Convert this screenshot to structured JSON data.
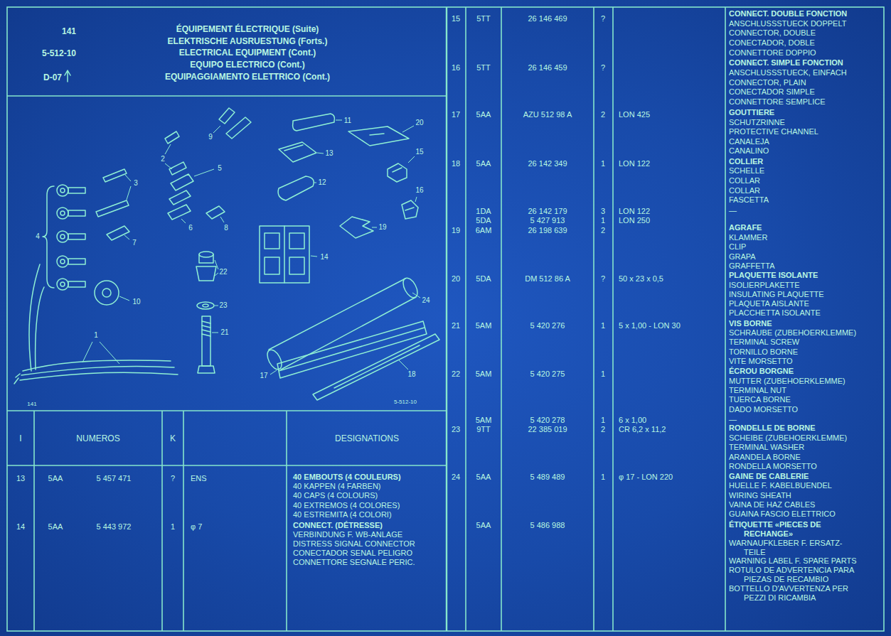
{
  "diagram": {
    "title": "ÉQUIPEMENT ÉLECTRIQUE (Suite)",
    "labels": [
      "141",
      "5-512-10",
      "D-07",
      "ELEKTRISCHE AUSRUESTUNG (Forts.)",
      "ELECTRICAL EQUIPMENT (Cont.)",
      "EQUIPO ELECTRICO (Cont.)",
      "EQUIPAGGIAMENTO ELETTRICO (Cont.)",
      "1",
      "2",
      "3",
      "4",
      "5",
      "6",
      "7",
      "8",
      "9",
      "10",
      "11",
      "12",
      "13",
      "14",
      "15",
      "16",
      "17",
      "18",
      "19",
      "20",
      "21",
      "22",
      "23",
      "24",
      "141",
      "5-512-10",
      "I",
      "NUMEROS",
      "K",
      "DESIGNATIONS",
      "13",
      "5AA",
      "5 457 471",
      "?",
      "ENS",
      "40 EMBOUTS (4 COULEURS)",
      "40 KAPPEN (4 FARBEN)",
      "40 CAPS (4 COLOURS)",
      "40 EXTREMOS (4 COLORES)",
      "40 ESTREMITA (4 COLORI)",
      "14",
      "5AA",
      "5 443 972",
      "1",
      "φ 7",
      "CONNECT. (DÉTRESSE)",
      "VERBINDUNG F. WB-ANLAGE",
      "DISTRESS SIGNAL CONNECTOR",
      "CONECTADOR SENAL PELIGRO",
      "CONNETTORE SEGNALE PERIC.",
      "15",
      "5TT",
      "26 146 469",
      "?",
      "CONNECT. DOUBLE FONCTION",
      "ANSCHLUSSSTUECK DOPPELT",
      "CONNECTOR, DOUBLE",
      "CONECTADOR, DOBLE",
      "CONNETTORE DOPPIO",
      "16",
      "5TT",
      "26 146 459",
      "?",
      "CONNECT. SIMPLE FONCTION",
      "ANSCHLUSSSTUECK, EINFACH",
      "CONNECTOR, PLAIN",
      "CONECTADOR SIMPLE",
      "CONNETTORE SEMPLICE",
      "17",
      "5AA",
      "AZU 512 98 A",
      "2",
      "LON 425",
      "GOUTTIERE",
      "SCHUTZRINNE",
      "PROTECTIVE CHANNEL",
      "CANALEJA",
      "CANALINO",
      "18",
      "5AA",
      "26 142 349",
      "1",
      "LON 122",
      "COLLIER",
      "SCHELLE",
      "COLLAR",
      "COLLAR",
      "FASCETTA",
      "—",
      "1DA",
      "26 142 179",
      "3",
      "LON 122",
      "5DA",
      "5 427 913",
      "1",
      "LON 250",
      "19",
      "6AM",
      "26 198 639",
      "2",
      "AGRAFE",
      "KLAMMER",
      "CLIP",
      "GRAPA",
      "GRAFFETTA",
      "20",
      "5DA",
      "DM 512 86 A",
      "?",
      "50 x 23 x 0,5",
      "PLAQUETTE ISOLANTE",
      "ISOLIERPLAKETTE",
      "INSULATING PLAQUETTE",
      "PLAQUETA AISLANTE",
      "PLACCHETTA ISOLANTE",
      "21",
      "5AM",
      "5 420 276",
      "1",
      "5 x 1,00 - LON 30",
      "VIS BORNE",
      "SCHRAUBE (ZUBEHOERKLEMME)",
      "TERMINAL SCREW",
      "TORNILLO BORNE",
      "VITE MORSETTO",
      "22",
      "5AM",
      "5 420 275",
      "1",
      "ÉCROU BORGNE",
      "MUTTER (ZUBEHOERKLEMME)",
      "TERMINAL NUT",
      "TUERCA BORNE",
      "DADO MORSETTO",
      "—",
      "5AM",
      "5 420 278",
      "1",
      "6 x 1,00",
      "23",
      "9TT",
      "22 385 019",
      "2",
      "CR 6,2 x 11,2",
      "RONDELLE DE BORNE",
      "SCHEIBE (ZUBEHOERKLEMME)",
      "TERMINAL WASHER",
      "ARANDELA BORNE",
      "RONDELLA MORSETTO",
      "24",
      "5AA",
      "5 489 489",
      "1",
      "φ 17 - LON 220",
      "GAINE DE CABLERIE",
      "HUELLE F. KABELBUENDEL",
      "WIRING SHEATH",
      "VAINA DE HAZ CABLES",
      "GUAINA FASCIO ELETTRICO",
      "5AA",
      "5 486 988",
      "ÉTIQUETTE «PIECES DE RECHANGE»",
      "WARNAUFKLEBER F. ERSATZ-TEILE",
      "WARNING LABEL F. SPARE PARTS",
      "ROTULO DE ADVERTENCIA PARA PIEZAS DE RECAMBIO",
      "BOTTELLO D'AVVERTENZA PER PEZZI DI RICAMBIA"
    ]
  }
}
